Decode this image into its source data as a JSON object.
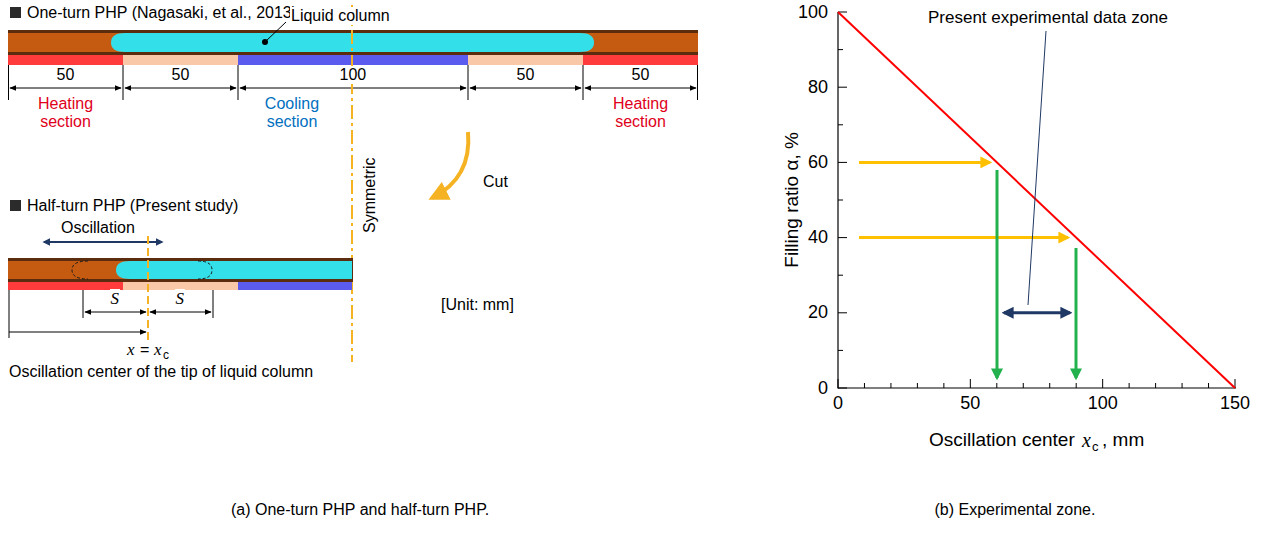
{
  "diagram": {
    "labels": [
      "One-turn PHP (Nagasaki, et al., 2013)",
      "Liquid column",
      "50",
      "50",
      "100",
      "50",
      "50",
      "Heating section",
      "Cooling section",
      "Heating section",
      "Symmetric",
      "Cut",
      "Half-turn PHP (Present study)",
      "Oscillation",
      "S",
      "S",
      "x",
      "=",
      "x",
      "c",
      "[Unit: mm]",
      "Oscillation center of the tip of liquid column",
      "(a) One-turn PHP and half-turn PHP.",
      "0",
      "20",
      "40",
      "60",
      "80",
      "100",
      "0",
      "50",
      "100",
      "150",
      "Filling ratio α, %",
      "Oscillation center",
      "x",
      "c",
      ", mm",
      "Present experimental data zone",
      "(b) Experimental zone."
    ]
  }
}
